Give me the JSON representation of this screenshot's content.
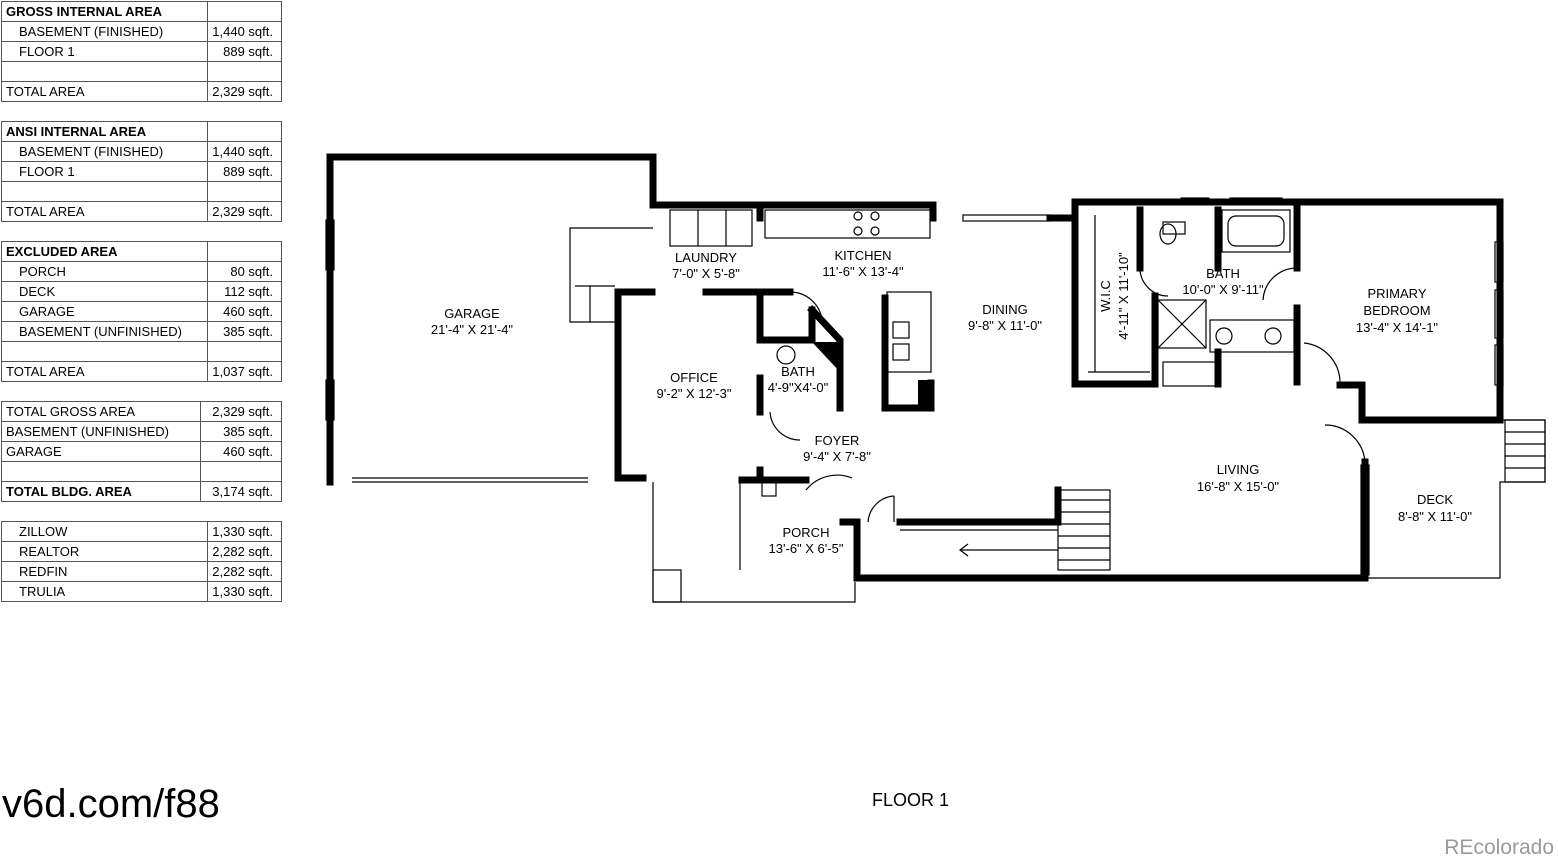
{
  "tables": {
    "gross": {
      "title": "GROSS INTERNAL AREA",
      "rows": [
        {
          "label": "BASEMENT (FINISHED)",
          "value": "1,440 sqft."
        },
        {
          "label": "FLOOR 1",
          "value": "889 sqft."
        },
        {
          "label": "",
          "value": ""
        },
        {
          "label": "TOTAL AREA",
          "value": "2,329 sqft."
        }
      ]
    },
    "ansi": {
      "title": "ANSI INTERNAL AREA",
      "rows": [
        {
          "label": "BASEMENT (FINISHED)",
          "value": "1,440 sqft."
        },
        {
          "label": "FLOOR 1",
          "value": "889 sqft."
        },
        {
          "label": "",
          "value": ""
        },
        {
          "label": "TOTAL AREA",
          "value": "2,329 sqft."
        }
      ]
    },
    "excluded": {
      "title": "EXCLUDED AREA",
      "rows": [
        {
          "label": "PORCH",
          "value": "80 sqft."
        },
        {
          "label": "DECK",
          "value": "112 sqft."
        },
        {
          "label": "GARAGE",
          "value": "460 sqft."
        },
        {
          "label": "BASEMENT (UNFINISHED)",
          "value": "385 sqft."
        },
        {
          "label": "",
          "value": ""
        },
        {
          "label": "TOTAL AREA",
          "value": "1,037 sqft."
        }
      ]
    },
    "totals": {
      "rows": [
        {
          "label": "TOTAL GROSS AREA",
          "value": "2,329 sqft."
        },
        {
          "label": "BASEMENT (UNFINISHED)",
          "value": "385 sqft."
        },
        {
          "label": "GARAGE",
          "value": "460 sqft."
        },
        {
          "label": "",
          "value": ""
        },
        {
          "label": "TOTAL BLDG. AREA",
          "value": "3,174 sqft."
        }
      ]
    },
    "estimates": {
      "rows": [
        {
          "label": "ZILLOW",
          "value": "1,330 sqft."
        },
        {
          "label": "REALTOR",
          "value": "2,282 sqft."
        },
        {
          "label": "REDFIN",
          "value": "2,282 sqft."
        },
        {
          "label": "TRULIA",
          "value": "1,330 sqft."
        }
      ]
    }
  },
  "rooms": {
    "garage": {
      "name": "GARAGE",
      "dims": "21'-4\" X 21'-4\""
    },
    "laundry": {
      "name": "LAUNDRY",
      "dims": "7'-0\" X 5'-8\""
    },
    "kitchen": {
      "name": "KITCHEN",
      "dims": "11'-6\" X 13'-4\""
    },
    "dining": {
      "name": "DINING",
      "dims": "9'-8\" X 11'-0\""
    },
    "office": {
      "name": "OFFICE",
      "dims": "9'-2\" X 12'-3\""
    },
    "bath_half": {
      "name": "BATH",
      "dims": "4'-9\"X4'-0\""
    },
    "foyer": {
      "name": "FOYER",
      "dims": "9'-4\" X 7'-8\""
    },
    "porch": {
      "name": "PORCH",
      "dims": "13'-6\" X 6'-5\""
    },
    "wic": {
      "name": "W.I.C",
      "dims": "4'-11\" X 11'-10\""
    },
    "bath_primary": {
      "name": "BATH",
      "dims": "10'-0\" X 9'-11\""
    },
    "primary_bedroom": {
      "name_line1": "PRIMARY",
      "name_line2": "BEDROOM",
      "dims": "13'-4\" X 14'-1\""
    },
    "living": {
      "name": "LIVING",
      "dims": "16'-8\" X 15'-0\""
    },
    "deck": {
      "name": "DECK",
      "dims": "8'-8\" X 11'-0\""
    }
  },
  "footer": {
    "url": "v6d.com/f88",
    "floor_label": "FLOOR 1",
    "watermark": "REcolorado"
  }
}
